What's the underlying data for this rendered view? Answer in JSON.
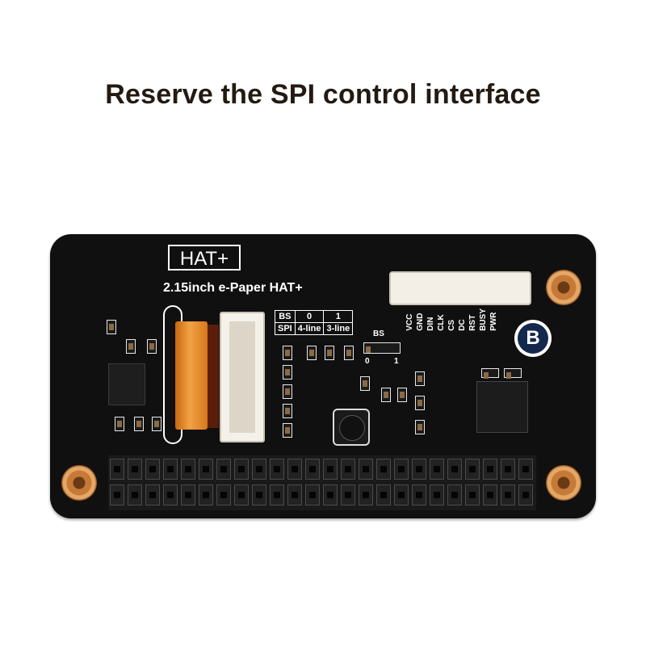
{
  "headline": "Reserve the SPI control interface",
  "board": {
    "hat_label": "HAT+",
    "title": "2.15inch e-Paper HAT+",
    "logo_letter": "B",
    "selector_table": {
      "rows": [
        [
          "BS",
          "0",
          "1"
        ],
        [
          "SPI",
          "4-line",
          "3-line"
        ]
      ]
    },
    "bs_label": "BS",
    "bs_zero": "0",
    "bs_one": "1",
    "pin_labels": [
      "VCC",
      "GND",
      "DIN",
      "CLK",
      "CS",
      "DC",
      "RST",
      "BUSY",
      "PWR"
    ],
    "colors": {
      "pcb": "#101010",
      "silkscreen": "#ffffff",
      "ribbon": "#f2a246",
      "copper_hole": "#c77a37",
      "logo_fill": "#14284d"
    }
  }
}
